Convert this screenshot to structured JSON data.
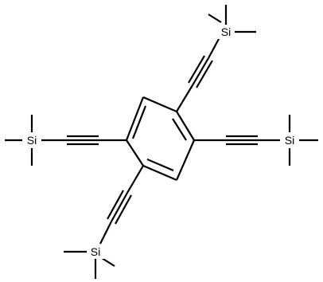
{
  "molecule": {
    "atom_labels": {
      "si_top": "Si",
      "si_left": "Si",
      "si_right": "Si",
      "si_bottom": "Si"
    }
  }
}
